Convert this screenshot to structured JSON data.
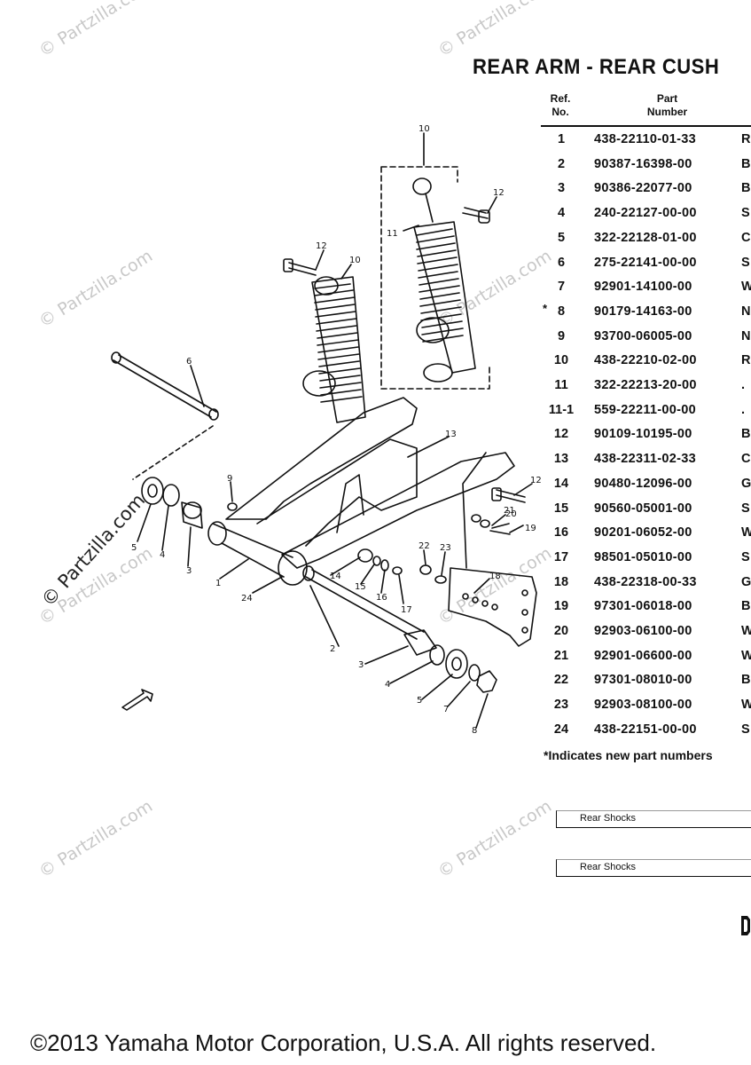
{
  "title": "REAR ARM - REAR CUSH",
  "columns": {
    "ref": [
      "Ref.",
      "No."
    ],
    "part": [
      "Part",
      "Number"
    ]
  },
  "parts": [
    {
      "ref": "1",
      "star": "",
      "number": "438-22110-01-33",
      "desc": "R"
    },
    {
      "ref": "2",
      "star": "",
      "number": "90387-16398-00",
      "desc": "B"
    },
    {
      "ref": "3",
      "star": "",
      "number": "90386-22077-00",
      "desc": "B"
    },
    {
      "ref": "4",
      "star": "",
      "number": "240-22127-00-00",
      "desc": "S"
    },
    {
      "ref": "5",
      "star": "",
      "number": "322-22128-01-00",
      "desc": "C"
    },
    {
      "ref": "6",
      "star": "",
      "number": "275-22141-00-00",
      "desc": "S"
    },
    {
      "ref": "7",
      "star": "",
      "number": "92901-14100-00",
      "desc": "W"
    },
    {
      "ref": "8",
      "star": "*",
      "number": "90179-14163-00",
      "desc": "N"
    },
    {
      "ref": "9",
      "star": "",
      "number": "93700-06005-00",
      "desc": "N"
    },
    {
      "ref": "10",
      "star": "",
      "number": "438-22210-02-00",
      "desc": "R"
    },
    {
      "ref": "11",
      "star": "",
      "number": "322-22213-20-00",
      "desc": "."
    },
    {
      "ref": "11-1",
      "star": "",
      "number": "559-22211-00-00",
      "desc": "."
    },
    {
      "ref": "12",
      "star": "",
      "number": "90109-10195-00",
      "desc": "B"
    },
    {
      "ref": "13",
      "star": "",
      "number": "438-22311-02-33",
      "desc": "C"
    },
    {
      "ref": "14",
      "star": "",
      "number": "90480-12096-00",
      "desc": "G"
    },
    {
      "ref": "15",
      "star": "",
      "number": "90560-05001-00",
      "desc": "S"
    },
    {
      "ref": "16",
      "star": "",
      "number": "90201-06052-00",
      "desc": "W"
    },
    {
      "ref": "17",
      "star": "",
      "number": "98501-05010-00",
      "desc": "S"
    },
    {
      "ref": "18",
      "star": "",
      "number": "438-22318-00-33",
      "desc": "G"
    },
    {
      "ref": "19",
      "star": "",
      "number": "97301-06018-00",
      "desc": "B"
    },
    {
      "ref": "20",
      "star": "",
      "number": "92903-06100-00",
      "desc": "W"
    },
    {
      "ref": "21",
      "star": "",
      "number": "92901-06600-00",
      "desc": "W"
    },
    {
      "ref": "22",
      "star": "",
      "number": "97301-08010-00",
      "desc": "B"
    },
    {
      "ref": "23",
      "star": "",
      "number": "92903-08100-00",
      "desc": "W"
    },
    {
      "ref": "24",
      "star": "",
      "number": "438-22151-00-00",
      "desc": "S"
    }
  ],
  "footnote": "*Indicates new part numbers",
  "shock_boxes": [
    "Rear Shocks",
    "Rear Shocks"
  ],
  "callouts": [
    "10",
    "11",
    "12",
    "12",
    "10",
    "6",
    "13",
    "9",
    "12",
    "21",
    "20",
    "19",
    "5",
    "4",
    "3",
    "1",
    "24",
    "22",
    "23",
    "18",
    "14",
    "15",
    "16",
    "17",
    "2",
    "3",
    "4",
    "5",
    "7",
    "8"
  ],
  "watermark": "© Partzilla.com",
  "watermark_big": "© Partzilla.com",
  "copyright": "©2013 Yamaha Motor Corporation, U.S.A. All rights reserved.",
  "stroke_color": "#111111",
  "watermark_color": "#c8c8c8"
}
